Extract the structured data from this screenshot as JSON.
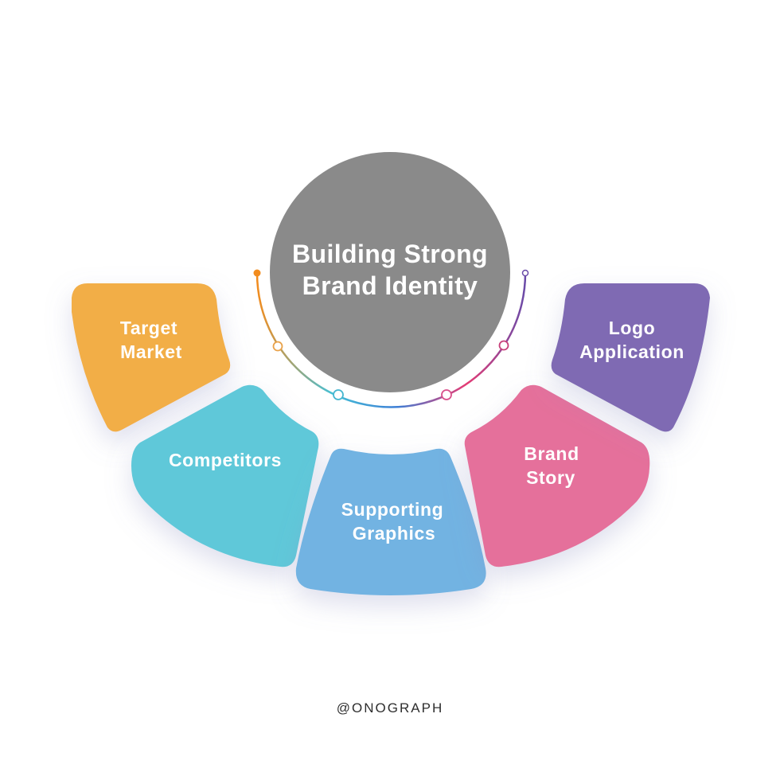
{
  "title": {
    "line1": "Building Strong",
    "line2": "Brand Identity"
  },
  "cards": [
    {
      "line1": "Target",
      "line2": "Market",
      "color": "#F2AE47"
    },
    {
      "line1": "Competitors",
      "line2": "",
      "color": "#5EC8D9"
    },
    {
      "line1": "Supporting",
      "line2": "Graphics",
      "color": "#72B3E2"
    },
    {
      "line1": "Brand",
      "line2": "Story",
      "color": "#E5709B"
    },
    {
      "line1": "Logo",
      "line2": "Application",
      "color": "#7F6BB3"
    }
  ],
  "colors": {
    "center_circle": "#8A8A8A",
    "arc_gradient": [
      "#F28C1E",
      "#45C0D6",
      "#3D7FD6",
      "#E53B74",
      "#6A4BA8"
    ]
  },
  "credit": "@ONOGRAPH"
}
